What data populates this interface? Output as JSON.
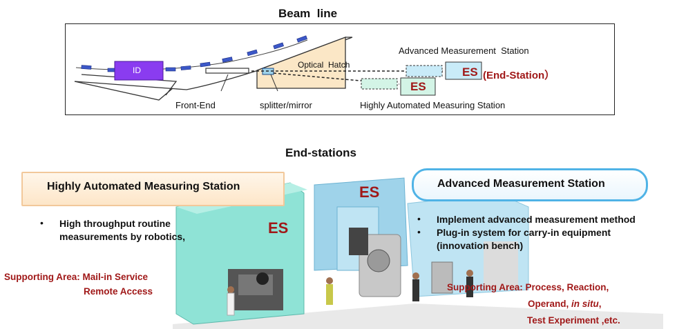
{
  "beamline": {
    "title": "Beam  line",
    "id_label": "ID",
    "optical_hatch": "Optical  Hatch",
    "front_end": "Front-End",
    "splitter": "splitter/mirror",
    "advanced_station": "Advanced Measurement  Station",
    "automated_station": "Highly Automated Measuring Station",
    "es_label": "ES",
    "es_endstation": "ES",
    "endstation_text": "(End-Station）"
  },
  "endstations": {
    "title": "End-stations",
    "left_box": "Highly Automated Measuring Station",
    "right_box": "Advanced Measurement Station",
    "left_bullets": [
      "High throughput routine measurements by robotics,"
    ],
    "right_bullets": [
      "Implement advanced measurement method",
      "Plug-in system for carry-in equipment (innovation bench)"
    ],
    "bullet_char": "•",
    "left_support_line1": "Supporting Area: Mail-in Service",
    "left_support_line2": "Remote Access",
    "right_support_line1": "Supporting Area: Process, Reaction,",
    "right_support_line2_a": "Operand, ",
    "right_support_line2_b": "in situ",
    "right_support_line2_c": ",",
    "right_support_line3": "Test Experiment ,etc.",
    "es_left": "ES",
    "es_center": "ES"
  },
  "colors": {
    "id_purple": "#8a3cf0",
    "hatch_fill": "#fbe7c6",
    "es_blue": "#c9ebf8",
    "es_green": "#d3f4e6",
    "es_red": "#a01818",
    "building_teal": "#8fe3d6",
    "building_blue": "#9fd3ea"
  }
}
